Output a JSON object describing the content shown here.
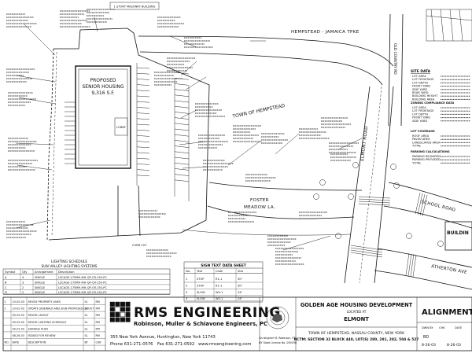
{
  "sheet": {
    "top_stamp": "1 STORY MASONRY BUILDING",
    "road_hempstead_tpke": "HEMPSTEAD - JAMAICA TPKE",
    "road_old_country": "OLD COUNTRY RD",
    "town_label": "TOWN OF HEMPSTEAD",
    "foster_meadow": [
      "FOSTER",
      "MEADOW LA."
    ],
    "elmont_road": "ELMONT ROAD",
    "school_road": "SCHOOL ROAD",
    "atherton_ave": "ATHERTON AVE",
    "building_label": "BUILDIN",
    "building_title": [
      "PROPOSED",
      "SENIOR HOUSING",
      "9,316 S.F."
    ],
    "lobby": "LOBBY",
    "curb_cut": "CURB CUT"
  },
  "notes_right": {
    "site_data": "SITE DATA",
    "zoning": "ZONING COMPLIANCE DATA",
    "lot_coverage": "LOT COVERAGE",
    "parking": "PARKING CALCULATIONS",
    "site_lines": [
      "LOT AREA",
      "LOT FRONTAGE",
      "LOT DEPTH",
      "FRONT YARD",
      "SIDE YARD",
      "REAR YARD",
      "BUILDING HEIGHT",
      "BUILDING AREA"
    ],
    "zoning_lines": [
      "LOT AREA",
      "LOT FRONTAGE",
      "LOT DEPTH",
      "FRONT YARD",
      "SIDE YARD"
    ],
    "coverage_lines": [
      "ROOF AREA",
      "PAVED AREA",
      "LANDSCAPED AREA",
      "TOTAL"
    ],
    "parking_lines": [
      "PARKING REQUIRED",
      "PARKING PROVIDED",
      "TOTAL"
    ]
  },
  "lighting_schedule": {
    "title": "LIGHTING SCHEDULE",
    "subtitle": "SUN VALLEY LIGHTING SYSTEMS",
    "headers": [
      "Symbol",
      "Qty",
      "Arrangement",
      "Description"
    ],
    "rows": [
      [
        "A",
        "4",
        "SINGLE",
        "LSCAGE-175MH-MH-QP-CR-150-PC"
      ],
      [
        "B",
        "3",
        "SINGLE",
        "LSCAGE-175MH-MH-QP-CR-150-PC"
      ],
      [
        "C",
        "2",
        "SINGLE",
        "LSCAGE-175MH-MH-QP-CR-150-PC"
      ],
      [
        "D",
        "2",
        "SINGLE",
        "LSCAGE-175MH-MH-QP-CR-150-PC"
      ]
    ]
  },
  "sign_table": {
    "title": "SIGN TEXT DATA SHEET",
    "headers": [
      "No.",
      "Text",
      "Code",
      "Size"
    ],
    "rows": [
      [
        "1",
        "STOP",
        "R1-1",
        "30\""
      ],
      [
        "2",
        "STOP",
        "R1-1",
        "30\""
      ],
      [
        "3",
        "SLOW",
        "W3-1",
        "24\""
      ],
      [
        "4",
        "SLOW",
        "W3-1",
        "24\""
      ]
    ]
  },
  "title_block": {
    "firm": "RMS ENGINEERING",
    "firm_full": "Robinson, Muller & Schiavone Engineers, PC",
    "address": "355 New York Avenue, Huntington, New York 11743",
    "phone": "Phone 631-271-0576",
    "fax": "Fax 631-271-0592",
    "web": "www.rmsengineering.com",
    "engineer": "Christopher M. Robinson, P.E.",
    "engineer_lic": "NY State License No. 059290",
    "project": "GOLDEN AGE HOUSING DEVELOPMENT",
    "located_at": "LOCATED AT",
    "location": "ELMONT",
    "town": "TOWN OF HEMPSTEAD, NASSAU COUNTY, NEW YORK",
    "tax_map": "NCTM: SECTION 32 BLOCK 440, LOT(S) 280, 281, 282, 504 & 527",
    "sheet_title": "ALIGNMENT",
    "drawn_by_label": "DWN BY",
    "checked_label": "CHK",
    "date_label": "DATE",
    "drawn_by": "BD",
    "checked": "",
    "date": "8-26-03",
    "date2": "8-26-03"
  },
  "revisions": [
    [
      "2",
      "10-05-03",
      "REVISE PROPERTY LINES",
      "SL",
      "RM"
    ],
    [
      "1",
      "10-02-03",
      "UPDATE SIDEWALK AND SIGN PROPOSED LAYOUT",
      "SL",
      "RM"
    ],
    [
      "",
      "09-29-03",
      "REVISE LAYOUT",
      "SL",
      "RM"
    ],
    [
      "",
      "09-25-03",
      "REVISE LIGHTING SCHEDULE",
      "SL",
      "RM"
    ],
    [
      "",
      "09-22-03",
      "SIGNAGE PLAN",
      "SL",
      "RM"
    ],
    [
      "",
      "08-26-03",
      "ISSUED FOR REVIEW",
      "SL",
      "RM"
    ],
    [
      "NO.",
      "DATE",
      "DESCRIPTION",
      "BY",
      "CHK"
    ]
  ]
}
